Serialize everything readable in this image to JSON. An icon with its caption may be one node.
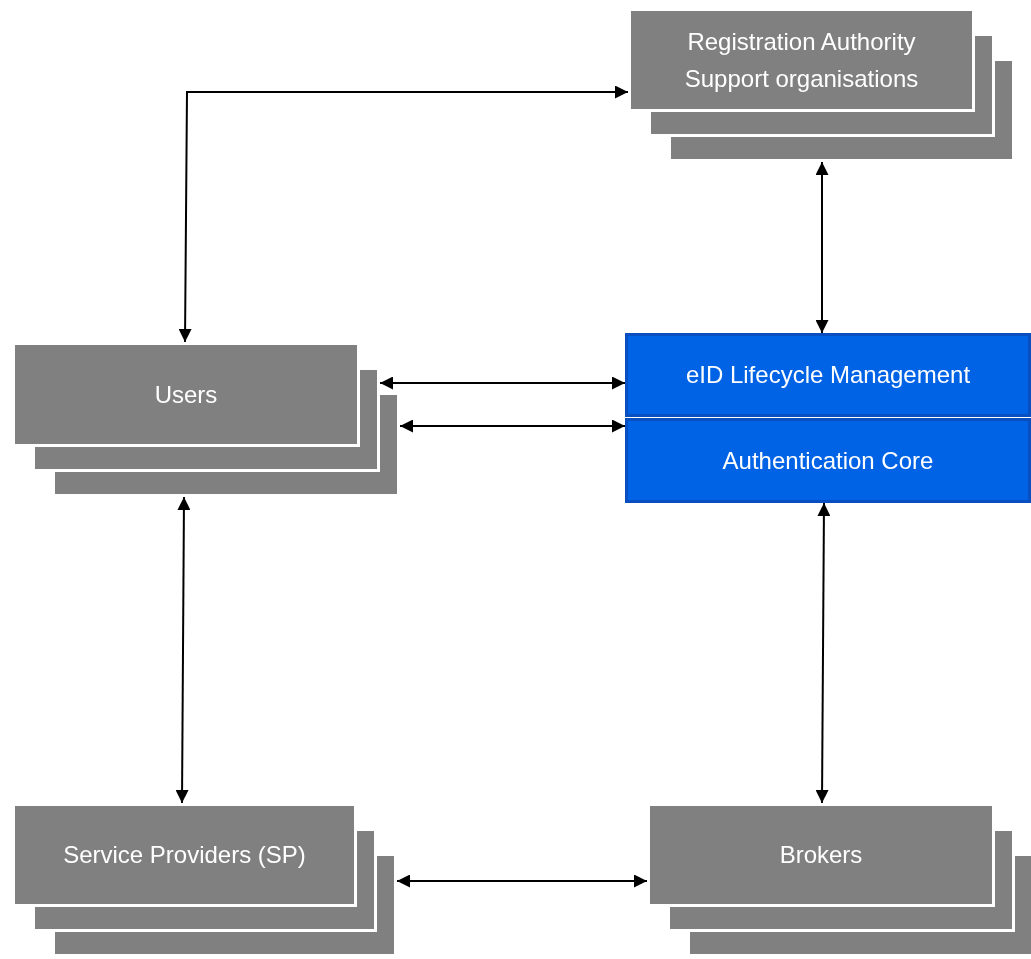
{
  "diagram": {
    "nodes": [
      {
        "text": [
          "Registration Authority Support organisations"
        ]
      },
      {
        "text": [
          "Users"
        ]
      },
      {
        "text": [
          "eID Lifecycle Management"
        ]
      },
      {
        "text": [
          "Authentication Core"
        ]
      },
      {
        "text": [
          "Service Providers (SP)"
        ]
      },
      {
        "text": [
          "Brokers"
        ]
      }
    ],
    "edges": [
      {
        "from": 1,
        "to": 0,
        "arrow": "both"
      },
      {
        "from": 0,
        "to": 2,
        "arrow": "both"
      },
      {
        "from": 1,
        "to": 2,
        "arrow": "both"
      },
      {
        "from": 1,
        "to": 3,
        "arrow": "both"
      },
      {
        "from": 1,
        "to": 4,
        "arrow": "both"
      },
      {
        "from": 3,
        "to": 5,
        "arrow": "both"
      },
      {
        "from": 4,
        "to": 5,
        "arrow": "both"
      }
    ]
  }
}
